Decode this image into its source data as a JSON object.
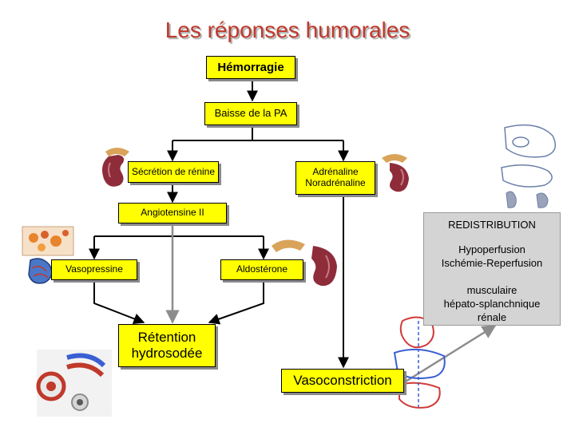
{
  "title": "Les réponses humorales",
  "nodes": {
    "hemorragie": "Hémorragie",
    "baisse_pa": "Baisse de la PA",
    "secretion_renine": "Sécrétion de rénine",
    "adrenaline": "Adrénaline",
    "noradrenaline": "Noradrénaline",
    "angiotensine": "Angiotensine II",
    "vasopressine": "Vasopressine",
    "aldosterone": "Aldostérone",
    "retention_line1": "Rétention",
    "retention_line2": "hydrosodée",
    "vasoconstriction": "Vasoconstriction"
  },
  "redistribution": {
    "heading": "REDISTRIBUTION",
    "line1": "Hypoperfusion",
    "line2": "Ischémie-Reperfusion",
    "line3": "musculaire",
    "line4": "hépato-splanchnique",
    "line5": "rénale"
  },
  "icons": [
    "kidney-adrenal-icon",
    "liver-illustration-icon",
    "nephron-illustration-icon",
    "circulation-illustration-icon",
    "blood-vessel-illustration-icon"
  ],
  "colors": {
    "title": "#c0392b",
    "box_fill": "#ffff00",
    "arrow": "#000000",
    "arrow_gray": "#8c8c8c",
    "panel": "#d4d4d4"
  }
}
